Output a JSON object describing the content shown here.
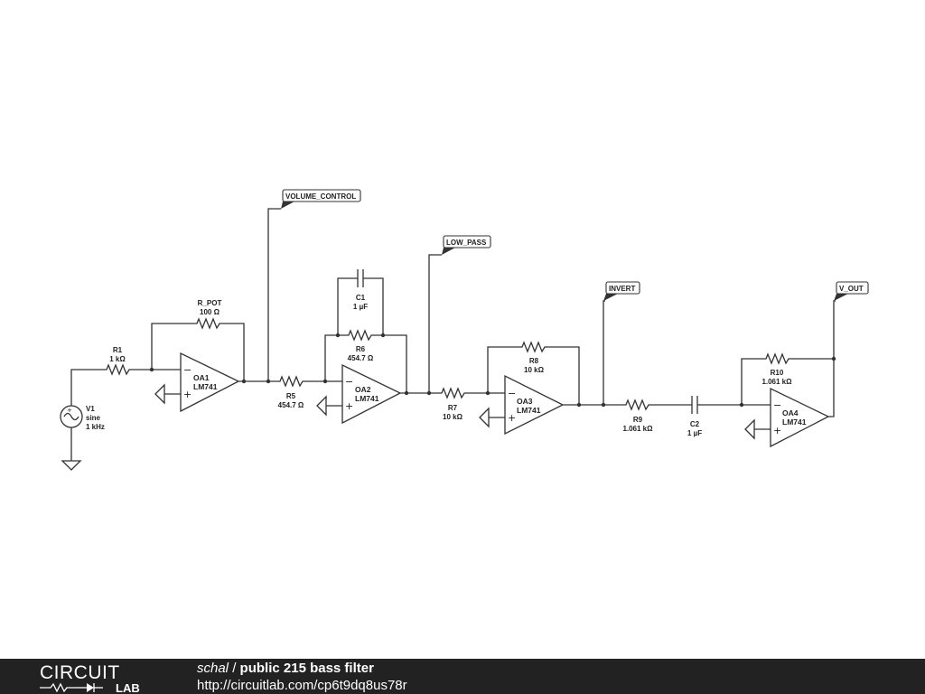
{
  "schematic": {
    "components": {
      "v1": {
        "name": "V1",
        "type": "sine",
        "freq": "1 kHz"
      },
      "r1": {
        "name": "R1",
        "value": "1 kΩ"
      },
      "r_pot": {
        "name": "R_POT",
        "value": "100 Ω"
      },
      "oa1": {
        "name": "OA1",
        "part": "LM741"
      },
      "r5": {
        "name": "R5",
        "value": "454.7 Ω"
      },
      "c1": {
        "name": "C1",
        "value": "1 µF"
      },
      "r6": {
        "name": "R6",
        "value": "454.7 Ω"
      },
      "oa2": {
        "name": "OA2",
        "part": "LM741"
      },
      "r7": {
        "name": "R7",
        "value": "10 kΩ"
      },
      "r8": {
        "name": "R8",
        "value": "10 kΩ"
      },
      "oa3": {
        "name": "OA3",
        "part": "LM741"
      },
      "r9": {
        "name": "R9",
        "value": "1.061 kΩ"
      },
      "c2": {
        "name": "C2",
        "value": "1 µF"
      },
      "r10": {
        "name": "R10",
        "value": "1.061 kΩ"
      },
      "oa4": {
        "name": "OA4",
        "part": "LM741"
      }
    },
    "nets": {
      "volume_control": "VOLUME_CONTROL",
      "low_pass": "LOW_PASS",
      "invert": "INVERT",
      "v_out": "V_OUT"
    },
    "opamp_signs": {
      "minus": "−",
      "plus": "+"
    }
  },
  "footer": {
    "logo_top": "CIRCUIT",
    "logo_bottom": "LAB",
    "author": "schal",
    "separator": " / ",
    "title": "public 215 bass filter",
    "url": "http://circuitlab.com/cp6t9dq8us78r"
  }
}
